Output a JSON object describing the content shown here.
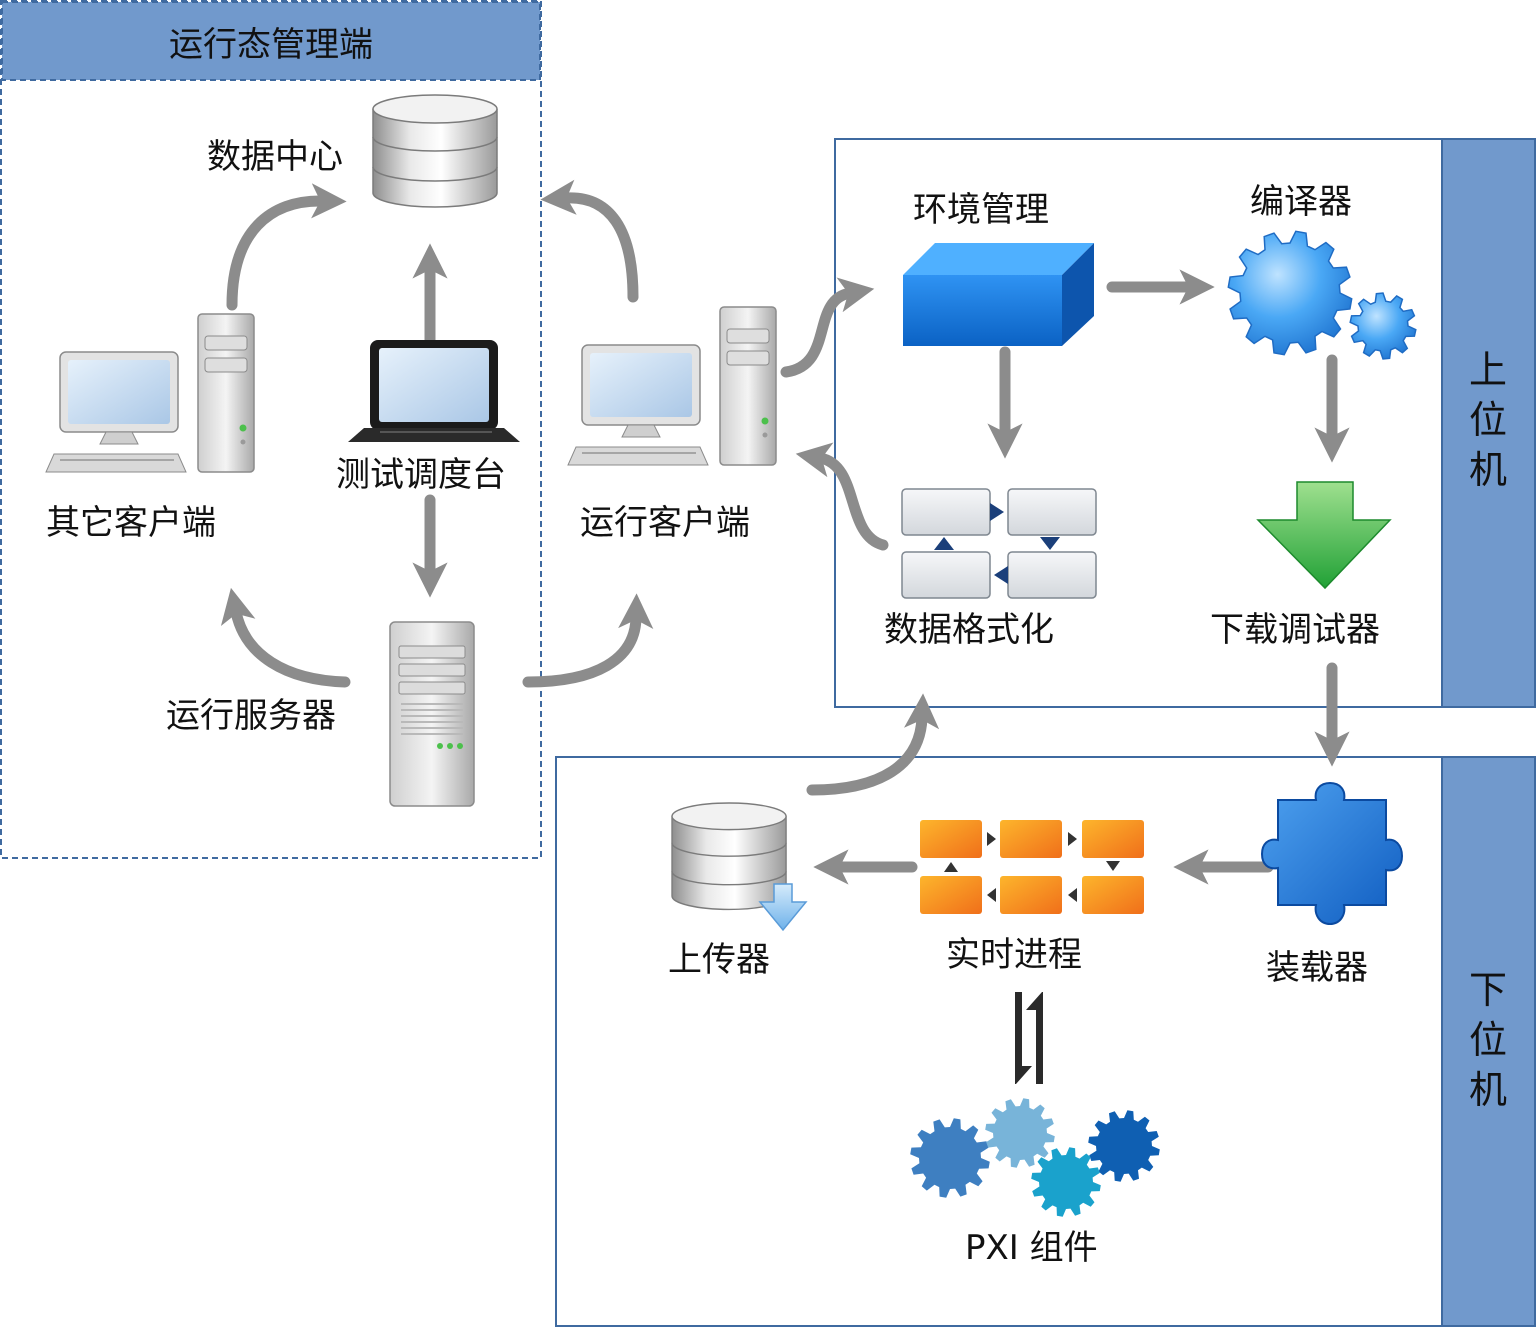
{
  "colors": {
    "header_bg": "#7199cc",
    "side_bar_bg": "#7199cc",
    "frame_border": "#3f6aa0",
    "arrow_gray": "#8c8c8c",
    "cube_blue": "#1f7fe0",
    "gear_blue": "#3d9ff0",
    "download_green": "#3cb84a",
    "puzzle_blue": "#1e78d8",
    "process_orange": "#f79a20"
  },
  "runtime_panel": {
    "title": "运行态管理端"
  },
  "host_panel": {
    "side_label": [
      "上",
      "位",
      "机"
    ]
  },
  "target_panel": {
    "side_label": [
      "下",
      "位",
      "机"
    ]
  },
  "nodes": {
    "data_center": {
      "label": "数据中心",
      "icon": "database-icon"
    },
    "other_client": {
      "label": "其它客户端",
      "icon": "desktop-computer-icon"
    },
    "test_console": {
      "label": "测试调度台",
      "icon": "laptop-icon"
    },
    "run_client": {
      "label": "运行客户端",
      "icon": "desktop-computer-icon"
    },
    "run_server": {
      "label": "运行服务器",
      "icon": "server-tower-icon"
    },
    "env_manage": {
      "label": "环境管理",
      "icon": "blue-cube-icon"
    },
    "compiler": {
      "label": "编译器",
      "icon": "gears-icon"
    },
    "data_format": {
      "label": "数据格式化",
      "icon": "data-format-grid-icon"
    },
    "download_debugger": {
      "label": "下载调试器",
      "icon": "green-download-arrow-icon"
    },
    "uploader": {
      "label": "上传器",
      "icon": "database-upload-icon"
    },
    "realtime_process": {
      "label": "实时进程",
      "icon": "process-flow-icon"
    },
    "loader": {
      "label": "装载器",
      "icon": "puzzle-piece-icon"
    },
    "pxi": {
      "label": "PXI 组件",
      "icon": "pxi-gears-icon"
    }
  }
}
